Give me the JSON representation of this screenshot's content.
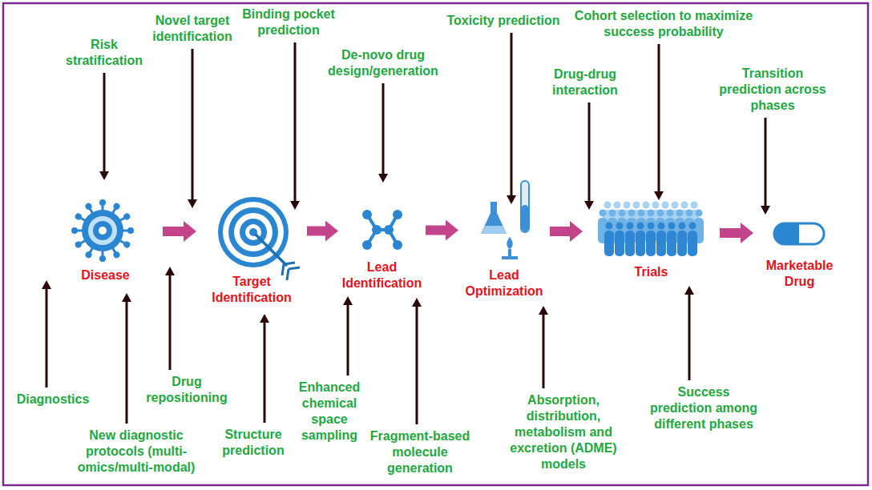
{
  "diagram": {
    "nodes": [
      {
        "text": [
          "Disease"
        ]
      },
      {
        "text": [
          "Target Identification"
        ]
      },
      {
        "text": [
          "Lead Identification"
        ]
      },
      {
        "text": [
          "Lead Optimization"
        ]
      },
      {
        "text": [
          "Trials"
        ]
      },
      {
        "text": [
          "Marketable Drug"
        ]
      }
    ],
    "edges": [
      {
        "from": 0,
        "to": 1,
        "arrow": "to"
      },
      {
        "from": 1,
        "to": 2,
        "arrow": "to"
      },
      {
        "from": 2,
        "to": 3,
        "arrow": "to"
      },
      {
        "from": 3,
        "to": 4,
        "arrow": "to"
      },
      {
        "from": 4,
        "to": 5,
        "arrow": "to"
      }
    ],
    "labels": [
      "Risk stratification",
      "Novel target identification",
      "Binding pocket prediction",
      "De-novo drug design/generation",
      "Toxicity prediction",
      "Drug-drug interaction",
      "Cohort selection to maximize success probability",
      "Transition prediction across phases",
      "Diagnostics",
      "New diagnostic protocols (multi-omics/multi-modal)",
      "Drug repositioning",
      "Structure prediction",
      "Enhanced chemical space sampling",
      "Fragment-based molecule generation",
      "Absorption, distribution, metabolism and excretion (ADME) models",
      "Success prediction among different phases"
    ]
  }
}
